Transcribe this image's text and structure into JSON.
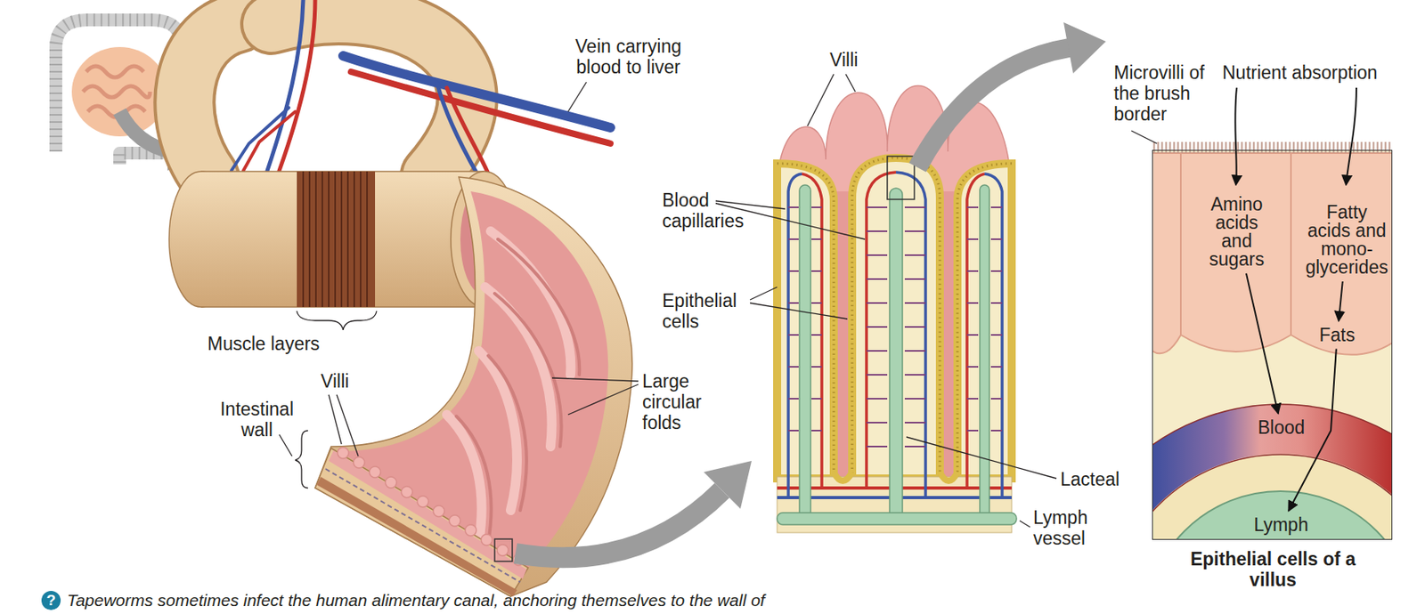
{
  "diagram": {
    "caption": "Tapeworms sometimes infect the human alimentary canal, anchoring themselves to the wall of",
    "nodes": [
      {
        "text": [
          "Epithelial cells of a villus"
        ]
      },
      {
        "text": [
          "Amino acids and sugars"
        ],
        "in": 0
      },
      {
        "text": [
          "Fatty acids and mono-glycerides"
        ],
        "in": 0
      },
      {
        "text": [
          "Fats"
        ],
        "in": 0
      },
      {
        "text": [
          "Blood"
        ],
        "in": 0
      },
      {
        "text": [
          "Lymph"
        ],
        "in": 0
      }
    ],
    "edges": [
      {
        "from": 1,
        "to": 4,
        "arrow": "to"
      },
      {
        "from": 2,
        "to": 3,
        "arrow": "to"
      },
      {
        "from": 3,
        "to": 5,
        "arrow": "to"
      }
    ],
    "labels": [
      "Vein carrying blood to liver",
      "Muscle layers",
      "Villi",
      "Intestinal wall",
      "Large circular folds",
      "Villi",
      "Blood capillaries",
      "Epithelial cells",
      "Lacteal",
      "Lymph vessel",
      "Microvilli of the brush border",
      "Nutrient absorption",
      "?"
    ]
  }
}
